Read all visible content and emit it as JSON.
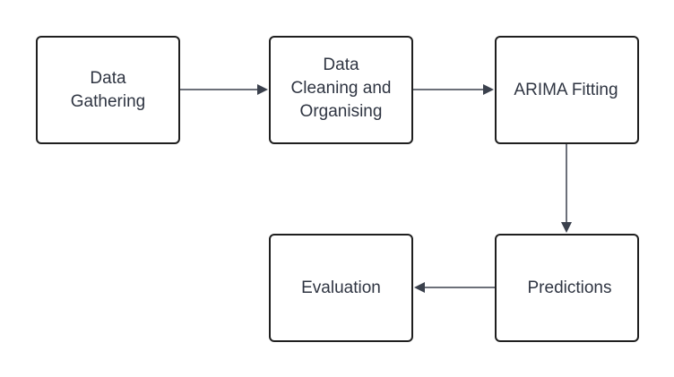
{
  "diagram": {
    "nodes": [
      {
        "id": "data-gathering",
        "label": "Data\nGathering"
      },
      {
        "id": "data-cleaning",
        "label": "Data\nCleaning and\nOrganising"
      },
      {
        "id": "arima-fitting",
        "label": "ARIMA Fitting"
      },
      {
        "id": "predictions",
        "label": "Predictions"
      },
      {
        "id": "evaluation",
        "label": "Evaluation"
      }
    ],
    "edges": [
      {
        "from": "data-gathering",
        "to": "data-cleaning"
      },
      {
        "from": "data-cleaning",
        "to": "arima-fitting"
      },
      {
        "from": "arima-fitting",
        "to": "predictions"
      },
      {
        "from": "predictions",
        "to": "evaluation"
      }
    ],
    "colors": {
      "box_border": "#1f1f1f",
      "text": "#2f3542",
      "arrow": "#3b414d",
      "background": "#ffffff"
    }
  }
}
